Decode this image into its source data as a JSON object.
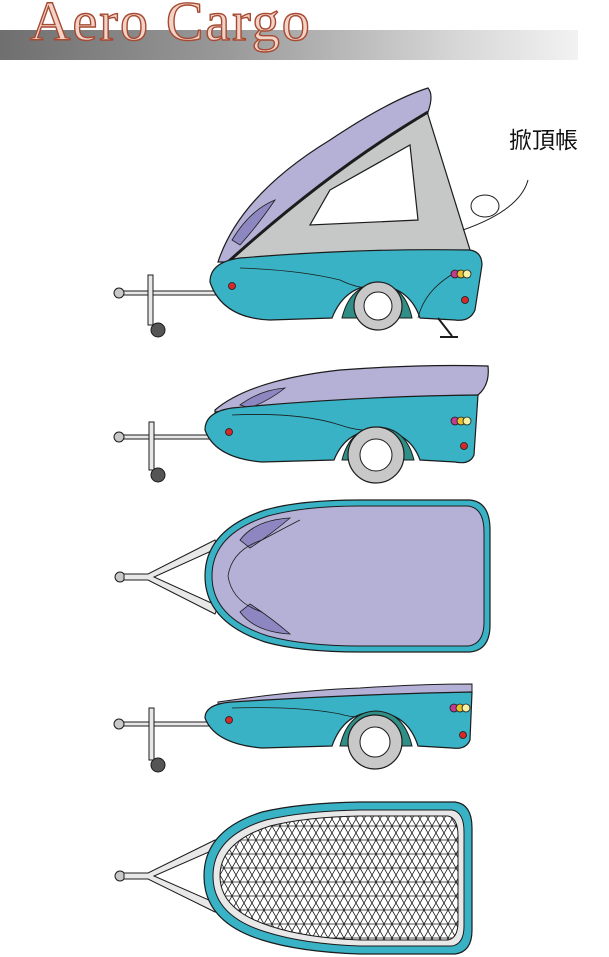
{
  "header": {
    "title": "Aero Cargo"
  },
  "annotation": {
    "label": "掀頂帳"
  },
  "colors": {
    "teal": "#38b2c4",
    "lavender": "#b4b0d6",
    "lavender_dark": "#8c87c0",
    "tent_grey": "#c6c8c8",
    "tire": "#c8c8c8",
    "outline": "#1c1c1c"
  },
  "views": [
    {
      "id": "side-tent-open"
    },
    {
      "id": "side-closed"
    },
    {
      "id": "top-closed"
    },
    {
      "id": "side-open-bed"
    },
    {
      "id": "top-open-net"
    }
  ]
}
